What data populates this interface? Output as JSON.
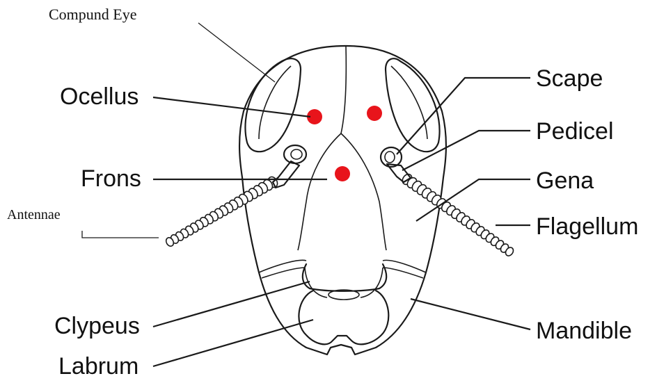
{
  "diagram": {
    "labels": {
      "compound_eye": "Compund Eye",
      "ocellus": "Ocellus",
      "frons": "Frons",
      "antennae": "Antennae",
      "clypeus": "Clypeus",
      "labrum": "Labrum",
      "scape": "Scape",
      "pedicel": "Pedicel",
      "gena": "Gena",
      "flagellum": "Flagellum",
      "mandible": "Mandible"
    },
    "marker_color": "#e8141b",
    "line_color": "#1a1a1a"
  }
}
